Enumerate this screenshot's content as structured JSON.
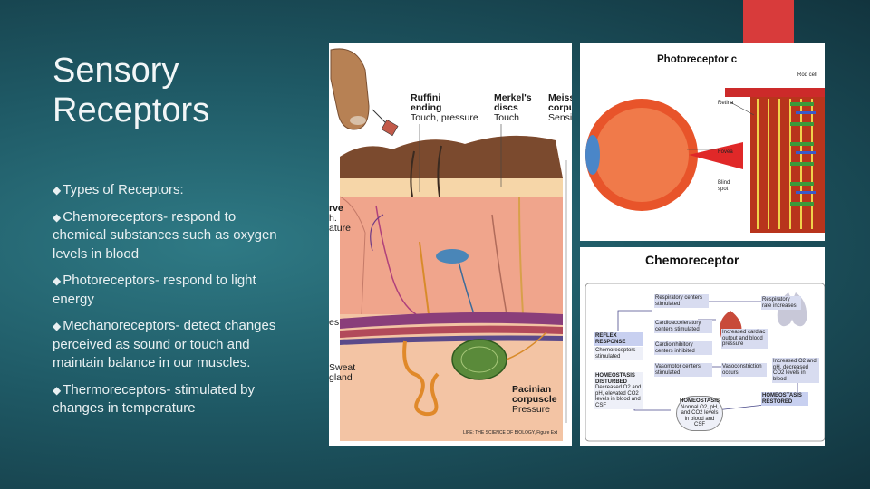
{
  "slide": {
    "title_line1": "Sensory",
    "title_line2": "Receptors",
    "bullets": [
      {
        "text": "Types of Receptors:"
      },
      {
        "text": "Chemoreceptors- respond to chemical substances such as oxygen levels in blood"
      },
      {
        "text": "Photoreceptors- respond to light energy"
      },
      {
        "text": "Mechanoreceptors- detect changes perceived as sound or touch and maintain balance in our muscles."
      },
      {
        "text": "Thermoreceptors- stimulated by changes in temperature"
      }
    ],
    "bullet_mark": "◆"
  },
  "skin_figure": {
    "labels": {
      "ruffini_1": "Ruffini",
      "ruffini_2": "ending",
      "ruffini_3": "Touch, pressure",
      "merkel_1": "Merkel's",
      "merkel_2": "discs",
      "merkel_3": "Touch",
      "meiss_1": "Meiss",
      "meiss_2": "corpu",
      "meiss_3": "Sensi",
      "nerve_1": "rve",
      "nerve_2": "h.",
      "nerve_3": "ature",
      "es": "es",
      "sweat_1": "Sweat",
      "sweat_2": "gland",
      "pacinian_1": "Pacinian",
      "pacinian_2": "corpuscle",
      "pacinian_3": "Pressure",
      "credit": "LIFE: THE SCIENCE OF BIOLOGY, Figure Ext"
    }
  },
  "eye_figure": {
    "title": "Photoreceptor c",
    "labels": {
      "rod": "Rod cell",
      "retina": "Retina",
      "fovea": "Fovea",
      "blind_1": "Blind",
      "blind_2": "spot"
    }
  },
  "chemo_figure": {
    "title": "Chemoreceptor",
    "boxes": {
      "resp_center": "Respiratory centers stimulated",
      "resp_rate": "Respiratory rate increases",
      "cardio": "Cardioacceleratory centers stimulated",
      "card_inhib": "Cardioinhibitory centers inhibited",
      "vaso": "Vasomotor centers stimulated",
      "vasocon": "Vasoconstriction occurs",
      "cardiac": "Increased cardiac output and blood pressure",
      "reflex_1": "REFLEX",
      "reflex_2": "RESPONSE",
      "chemo_stim": "Chemoreceptors stimulated",
      "hd_title": "HOMEOSTASIS DISTURBED",
      "hd_text": "Decreased O2 and pH, elevated CO2 levels in blood and CSF",
      "h_title": "HOMEOSTASIS",
      "h_text": "Normal O2, pH, and CO2 levels in blood and CSF",
      "o2": "Increased O2 and pH, decreased CO2 levels in blood",
      "restored": "HOMEOSTASIS RESTORED"
    }
  },
  "colors": {
    "accent": "#d83b3b",
    "bg_center": "#2f7a85",
    "bg_edge": "#12343e",
    "text": "#e9f0f2"
  }
}
